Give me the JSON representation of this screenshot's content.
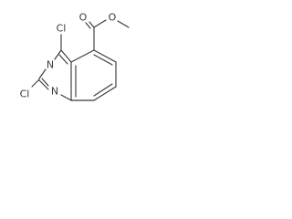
{
  "molecule": {
    "atoms": {
      "cl_top": "Cl",
      "cl_left": "Cl",
      "n3": "N",
      "n1": "N",
      "o_carbonyl": "O",
      "o_ester": "O"
    }
  }
}
